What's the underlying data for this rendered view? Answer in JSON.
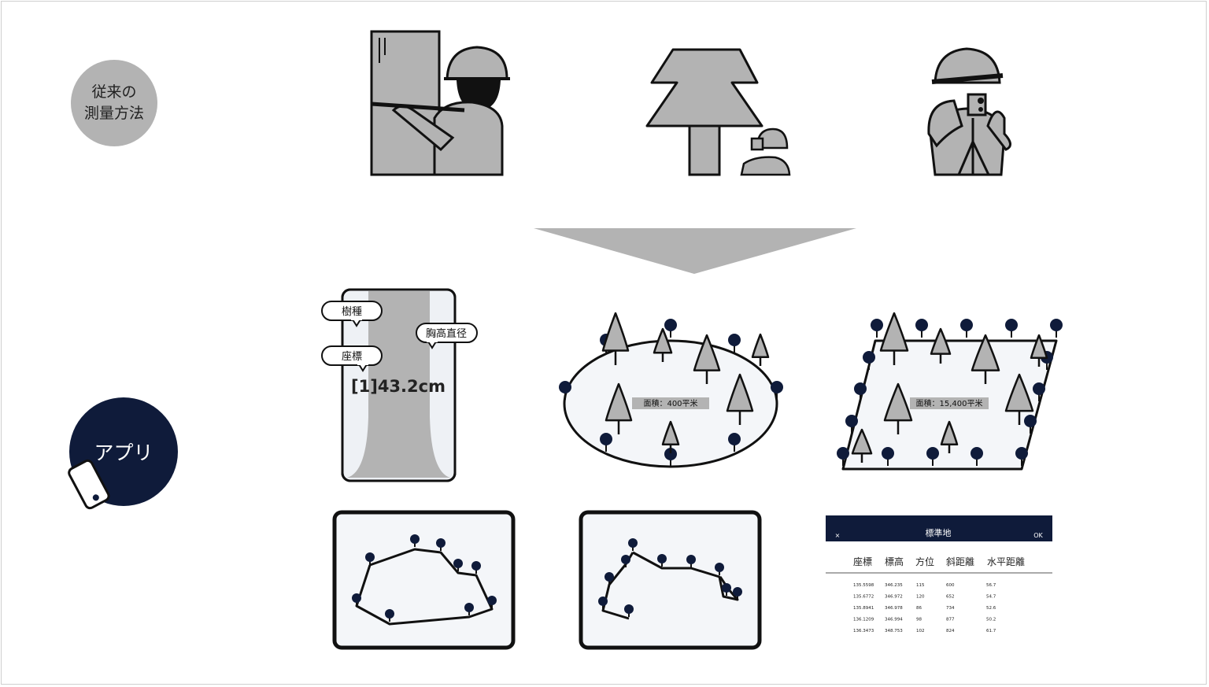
{
  "labels": {
    "traditional": [
      "従来の",
      "測量方法"
    ],
    "app": "アプリ"
  },
  "tree_panel": {
    "species_label": "樹種",
    "coords_label": "座標",
    "dbh_label": "胸高直径",
    "dbh_value": "[1]43.2cm"
  },
  "ellipse_panel": {
    "area_label": "面積：400平米"
  },
  "parallelogram_panel": {
    "area_label": "面積：15,400平米"
  },
  "table_panel": {
    "title": "標準地",
    "close_glyph": "×",
    "ok_label": "OK",
    "columns": [
      "座標",
      "標高",
      "方位",
      "斜距離",
      "水平距離"
    ],
    "rows": [
      [
        "135.5598",
        "346.235",
        "115",
        "600",
        "56.7"
      ],
      [
        "135.6772",
        "346.972",
        "120",
        "652",
        "54.7"
      ],
      [
        "135.8941",
        "346.978",
        "86",
        "734",
        "52.6"
      ],
      [
        "136.1209",
        "346.994",
        "98",
        "877",
        "50.2"
      ],
      [
        "136.3473",
        "348.753",
        "102",
        "824",
        "61.7"
      ]
    ]
  },
  "colors": {
    "navy": "#0f1b3a",
    "gray": "#b3b3b3",
    "light_panel": "#eef1f5",
    "stroke": "#111111"
  }
}
